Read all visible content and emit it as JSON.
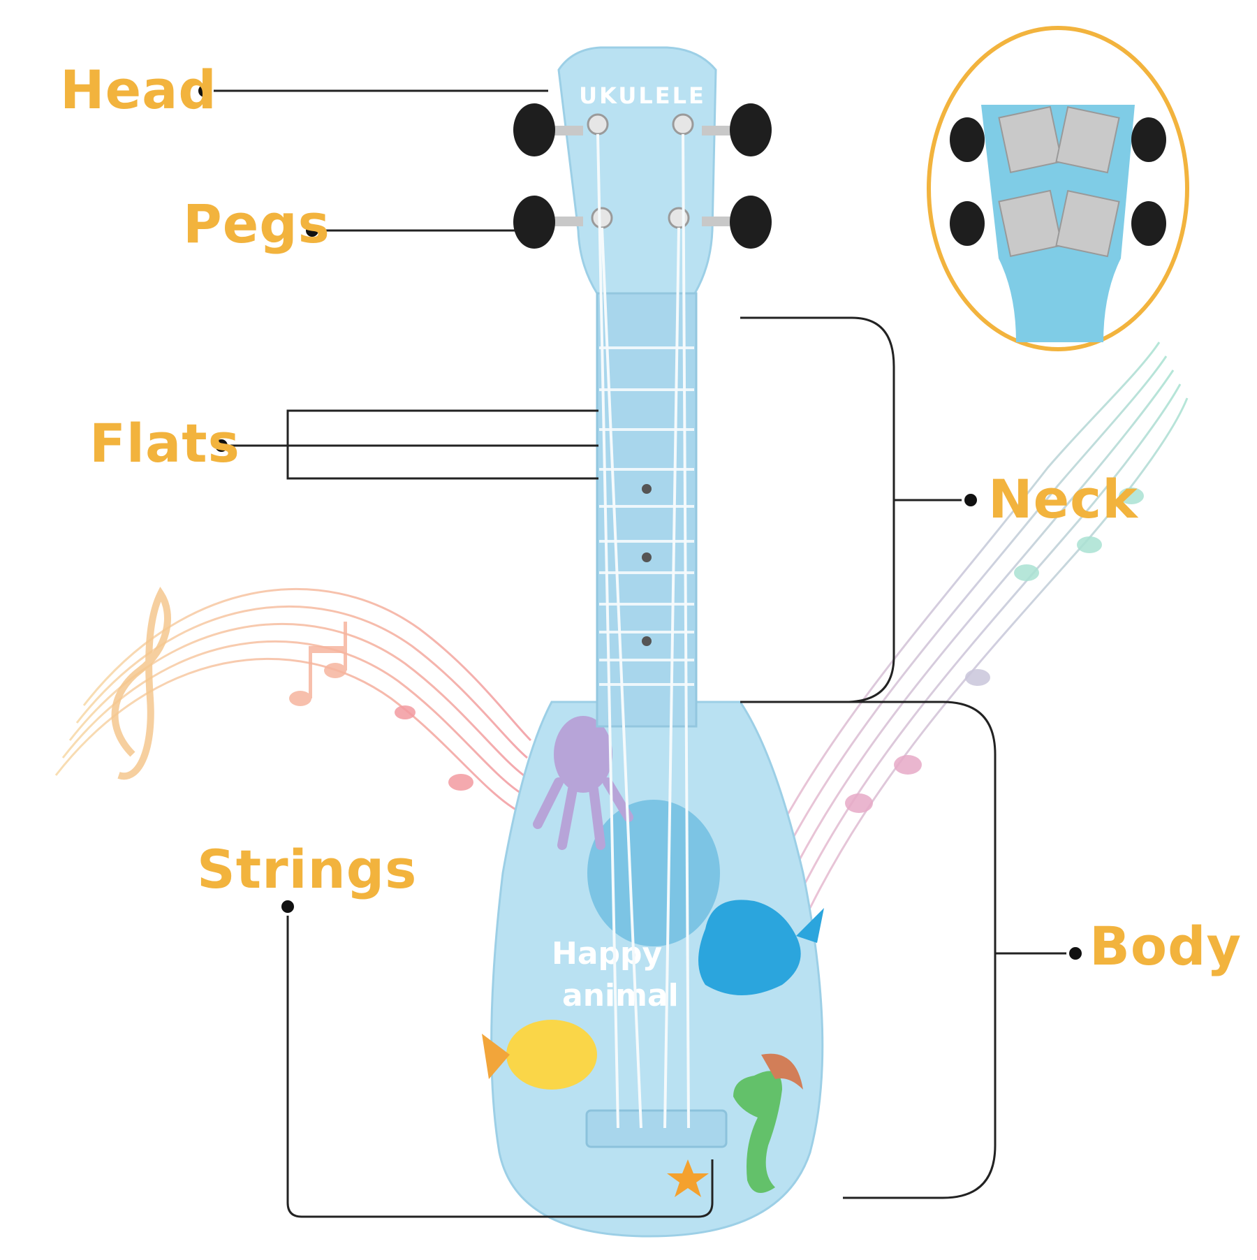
{
  "labels": {
    "head": "Head",
    "pegs": "Pegs",
    "flats": "Flats",
    "neck": "Neck",
    "strings": "Strings",
    "body": "Body"
  },
  "headstock_text": "UKULELE",
  "body_text": {
    "line1": "Happy",
    "line2": "animal"
  },
  "colors": {
    "label": "#F2B33D",
    "ukulele": "#B9E1F2",
    "fretboard": "#A8D6EC",
    "leader_line": "#222222",
    "inset_border": "#F2B33D"
  }
}
